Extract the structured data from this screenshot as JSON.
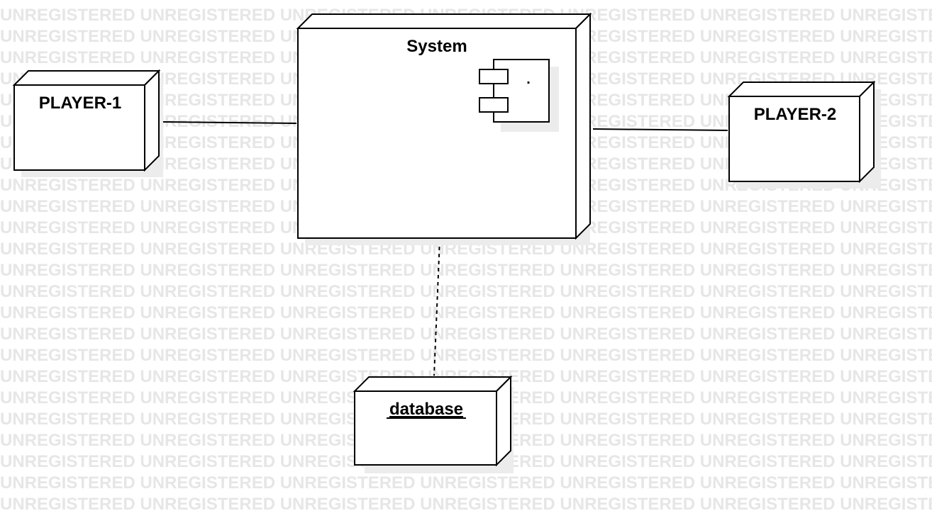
{
  "watermark": {
    "text": "UNREGISTERED"
  },
  "diagram": {
    "nodes": {
      "system": {
        "label": "System"
      },
      "player1": {
        "label": "PLAYER-1"
      },
      "player2": {
        "label": "PLAYER-2"
      },
      "database": {
        "label": "database"
      }
    },
    "component": {
      "label": "."
    }
  }
}
